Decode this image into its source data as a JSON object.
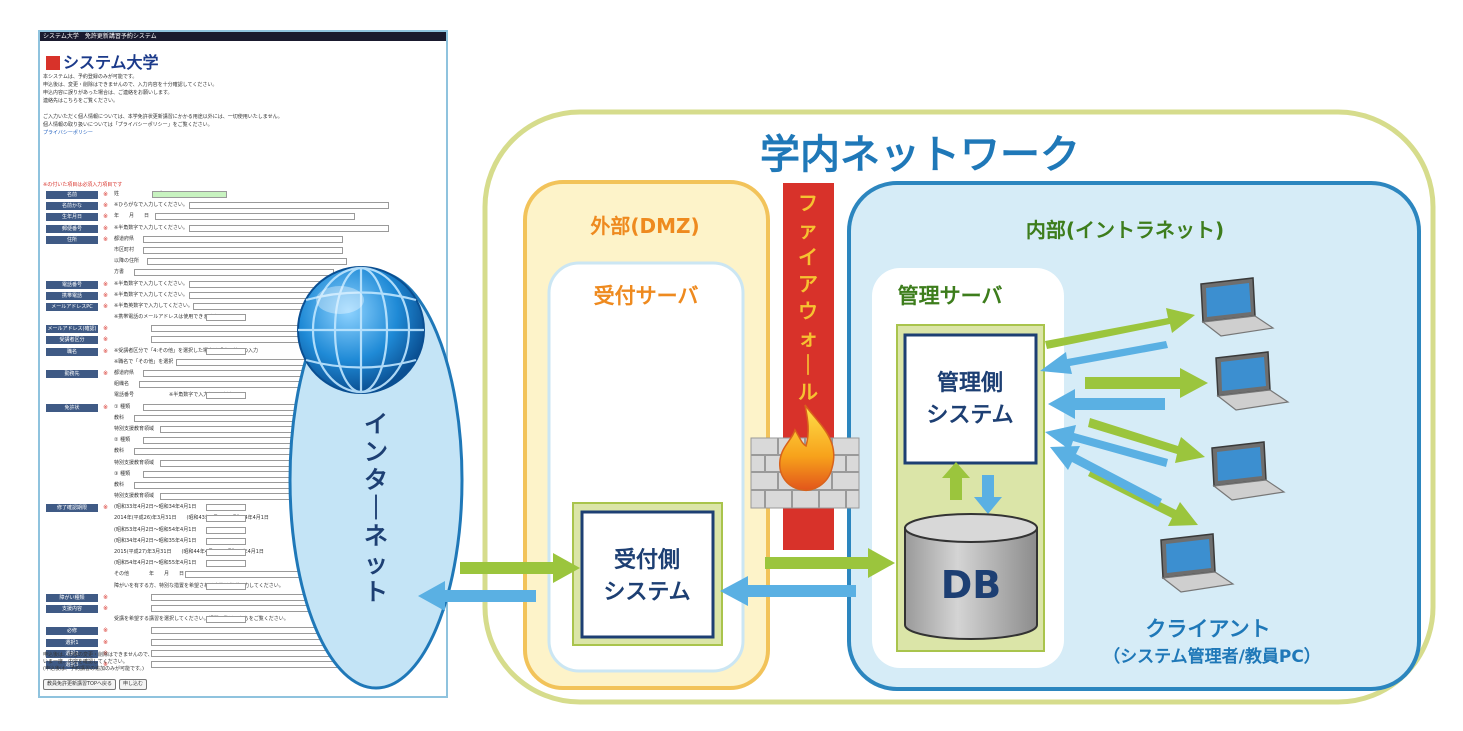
{
  "form": {
    "topbar": "システム大学　免許更新講習予約システム",
    "logo": "システム大学",
    "intro_lines": [
      "本システムは、予約登録のみが可能です。",
      "申込後は、変更・削除はできませんので、入力内容を十分確認してください。",
      "申込内容に誤りがあった場合は、ご連絡をお願いします。",
      "連絡先はこちらをご覧ください。",
      "",
      "ご入力いただく個人情報については、本学免許状更新講習にかかる用途以外には、一切使用いたしません。",
      "個人情報の取り扱いについては「プライバシーポリシー」をご覧ください。",
      "プライバシーポリシー"
    ],
    "required_note": "※の付いた項目は必須入力項目です",
    "fields": [
      {
        "label": "名前",
        "note": "姓　　　　　　　　名"
      },
      {
        "label": "名前かな",
        "note": "※ひらがなで入力してください。"
      },
      {
        "label": "生年月日",
        "note": "年　　月　　日"
      },
      {
        "label": "郵便番号",
        "note": "※半角数字で入力してください。"
      },
      {
        "label": "住所",
        "note": "都道府県"
      },
      {
        "label": "",
        "note": "市区町村"
      },
      {
        "label": "",
        "note": "以降の住所"
      },
      {
        "label": "",
        "note": "方書"
      },
      {
        "label": "電話番号",
        "note": "※半角数字で入力してください。"
      },
      {
        "label": "携帯電話",
        "note": "※半角数字で入力してください。"
      },
      {
        "label": "メールアドレスPC",
        "note": "※半角英数字で入力してください。"
      },
      {
        "label": "",
        "note": "※携帯電話のメールアドレスは使用できません。"
      },
      {
        "label": "メールアドレス(確認)",
        "note": ""
      },
      {
        "label": "受講者区分",
        "note": ""
      },
      {
        "label": "職名",
        "note": "※受講者区分で「4:その他」を選択した場合は「その他」の入力"
      },
      {
        "label": "",
        "note": "※職名で「その他」を選択"
      },
      {
        "label": "勤務先",
        "note": "都道府県"
      },
      {
        "label": "",
        "note": "組織名"
      },
      {
        "label": "",
        "note": "電話番号　　　　　　　※半角数字で入力してください"
      },
      {
        "label": "免許状",
        "note": "① 種類"
      },
      {
        "label": "",
        "note": "教科"
      },
      {
        "label": "",
        "note": "特別支援教育領域"
      },
      {
        "label": "",
        "note": "② 種類"
      },
      {
        "label": "",
        "note": "教科"
      },
      {
        "label": "",
        "note": "特別支援教育領域"
      },
      {
        "label": "",
        "note": "③ 種類"
      },
      {
        "label": "",
        "note": "教科"
      },
      {
        "label": "",
        "note": "特別支援教育領域"
      },
      {
        "label": "修了確認期限",
        "note": "(昭和33年4月2日〜昭和34年4月1日"
      },
      {
        "label": "",
        "note": "2014年(平成26)年3月31日　　(昭和43年4月2日〜昭和44年4月1日"
      },
      {
        "label": "",
        "note": "(昭和53年4月2日〜昭和54年4月1日"
      },
      {
        "label": "",
        "note": "(昭和34年4月2日〜昭和35年4月1日"
      },
      {
        "label": "",
        "note": "2015(平成27)年3月31日　　(昭和44年4月2日〜昭和45年4月1日"
      },
      {
        "label": "",
        "note": "(昭和54年4月2日〜昭和55年4月1日"
      },
      {
        "label": "",
        "note": "その他　　　　年　　月　　日"
      },
      {
        "label": "",
        "note": "障がいを有する方、特別な措置を希望される方等は必ず入力してください。"
      },
      {
        "label": "障がい種類",
        "note": ""
      },
      {
        "label": "支援内容",
        "note": ""
      },
      {
        "label": "",
        "note": "受講を希望する講習を選択してください。講習一覧はこちらをご覧ください。"
      },
      {
        "label": "必修",
        "note": ""
      },
      {
        "label": "選択1",
        "note": ""
      },
      {
        "label": "選択2",
        "note": ""
      },
      {
        "label": "選択3",
        "note": ""
      }
    ],
    "bottom_lines": [
      "申込後は、内容の変更・削除はできませんので、",
      "いま一度、内容を確認してください。",
      "(申込後は、予約講習の追加のみが可能です。)"
    ],
    "buttons": [
      "教員免許更新講習TOPへ戻る",
      "申し込む"
    ]
  },
  "diagram": {
    "internet_label": "インターネット",
    "campus_title": "学内ネットワーク",
    "dmz_title": "外部(DMZ)",
    "reception_server": "受付サーバ",
    "reception_system": [
      "受付側",
      "システム"
    ],
    "firewall_label": "ファイアウォール",
    "intranet_title": "内部(イントラネット)",
    "admin_server": "管理サーバ",
    "admin_system": [
      "管理側",
      "システム"
    ],
    "db_label": "DB",
    "client_label": [
      "クライアント",
      "（システム管理者/教員PC）"
    ],
    "colors": {
      "campus_border": "#d6dc8c",
      "dmz_fill": "#fdf3c9",
      "dmz_border": "#f2c35a",
      "intranet_fill": "#d6ecf7",
      "intranet_border": "#2c86bf",
      "firewall": "#d8322a",
      "arrow_green": "#9bc53d",
      "arrow_blue": "#5ab0e3",
      "title_blue": "#1f78b8",
      "orange": "#ee8a1f",
      "green_text": "#3d7d1c",
      "navy": "#1d3f73"
    }
  }
}
